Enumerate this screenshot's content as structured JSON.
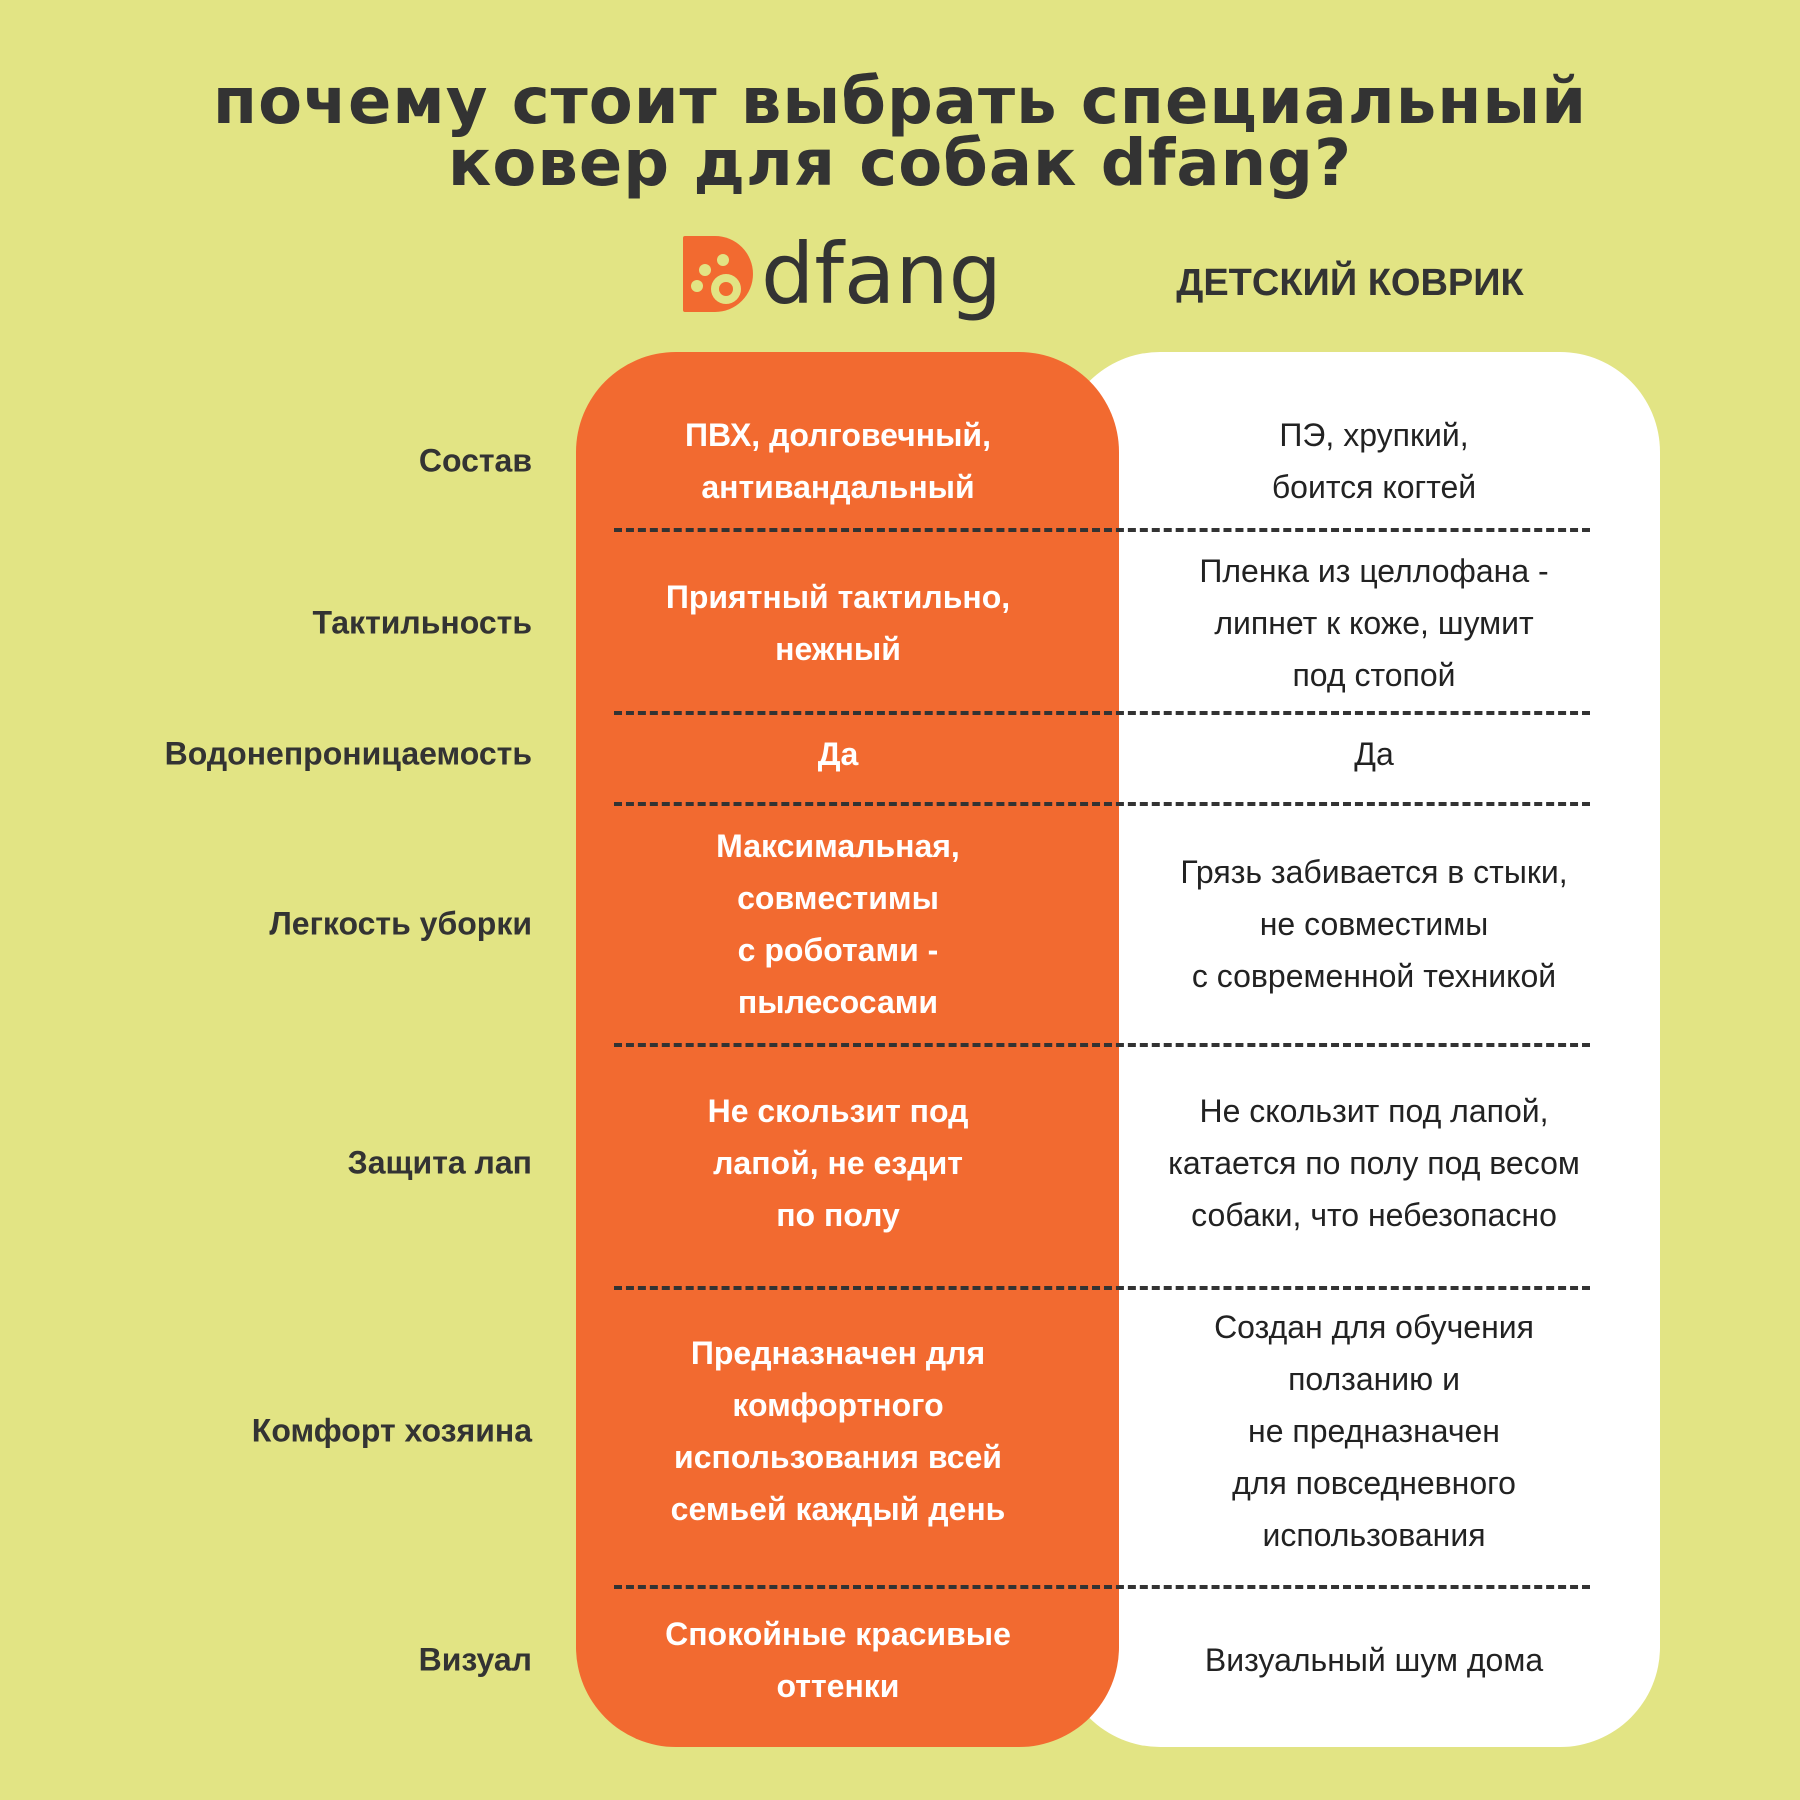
{
  "title": {
    "line1": "почему стоит выбрать специальный",
    "line2": "ковер для собак dfang?"
  },
  "logo": {
    "text": "dfang"
  },
  "column_header_right": "ДЕТСКИЙ КОВРИК",
  "colors": {
    "background": "#e2e484",
    "accent": "#f26a30"
  },
  "rows": [
    {
      "label": "Состав",
      "dfang": "ПВХ, долговечный,\nантивандальный",
      "other": "ПЭ, хрупкий,\nбоится когтей"
    },
    {
      "label": "Тактильность",
      "dfang": "Приятный тактильно,\nнежный",
      "other": "Пленка из целлофана -\nлипнет к коже, шумит\nпод стопой"
    },
    {
      "label": "Водонепроницаемость",
      "dfang": "Да",
      "other": "Да"
    },
    {
      "label": "Легкость уборки",
      "dfang": "Максимальная,\nсовместимы\nс роботами -\nпылесосами",
      "other": "Грязь забивается в стыки,\nне совместимы\nс современной техникой"
    },
    {
      "label": "Защита лап",
      "dfang": "Не скользит под\nлапой, не ездит\nпо полу",
      "other": "Не скользит под лапой,\nкатается по полу под весом\nсобаки, что небезопасно"
    },
    {
      "label": "Комфорт хозяина",
      "dfang": "Предназначен для\nкомфортного\nиспользования всей\nсемьей каждый день",
      "other": "Создан для обучения\nползанию и\nне предназначен\nдля повседневного\nиспользования"
    },
    {
      "label": "Визуал",
      "dfang": "Спокойные красивые\nоттенки",
      "other": "Визуальный шум дома"
    }
  ]
}
